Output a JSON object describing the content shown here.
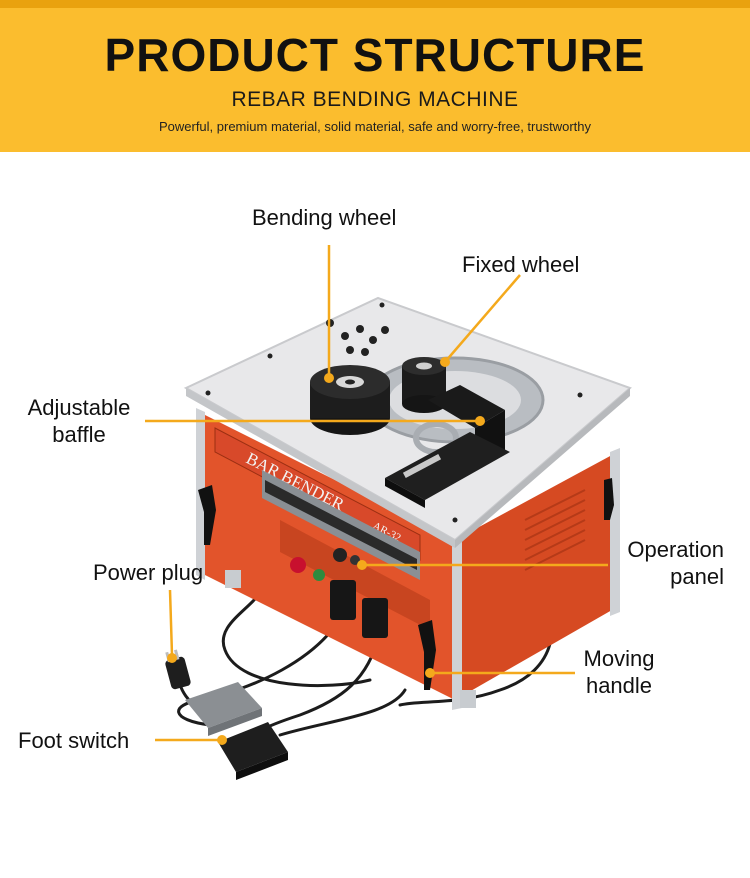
{
  "header": {
    "title": "PRODUCT STRUCTURE",
    "subtitle": "REBAR BENDING MACHINE",
    "tagline": "Powerful, premium material, solid material, safe and worry-free, trustworthy"
  },
  "machine": {
    "brand_plate": "BAR BENDER",
    "model": "AR-32"
  },
  "callouts": {
    "bending_wheel": "Bending wheel",
    "fixed_wheel": "Fixed wheel",
    "adjustable_baffle_line1": "Adjustable",
    "adjustable_baffle_line2": "baffle",
    "power_plug": "Power plug",
    "operation_panel_line1": "Operation",
    "operation_panel_line2": "panel",
    "moving_handle_line1": "Moving",
    "moving_handle_line2": "handle",
    "foot_switch": "Foot switch"
  },
  "colors": {
    "banner": "#fbbd2e",
    "leader_line": "#f4a91c",
    "machine_body": "#e2542b",
    "table_top": "#e8e8ea"
  }
}
